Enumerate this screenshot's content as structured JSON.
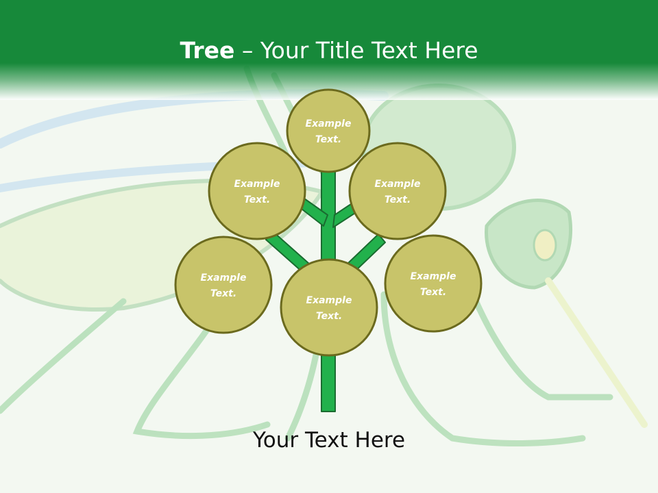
{
  "slide": {
    "title_bold": "Tree",
    "title_rest": " – Your Title Text Here",
    "caption": "Your Text Here"
  },
  "nodes": [
    {
      "line1": "Example",
      "line2": "Text."
    },
    {
      "line1": "Example",
      "line2": "Text."
    },
    {
      "line1": "Example",
      "line2": "Text."
    },
    {
      "line1": "Example",
      "line2": "Text."
    },
    {
      "line1": "Example",
      "line2": "Text."
    },
    {
      "line1": "Example",
      "line2": "Text."
    }
  ],
  "colors": {
    "header": "#17893a",
    "circle_fill": "#c8c46a",
    "circle_stroke": "#6b6a1e",
    "branch_fill": "#22b14c",
    "branch_stroke": "#1a6b30",
    "background_art": "#a8d9a8"
  }
}
